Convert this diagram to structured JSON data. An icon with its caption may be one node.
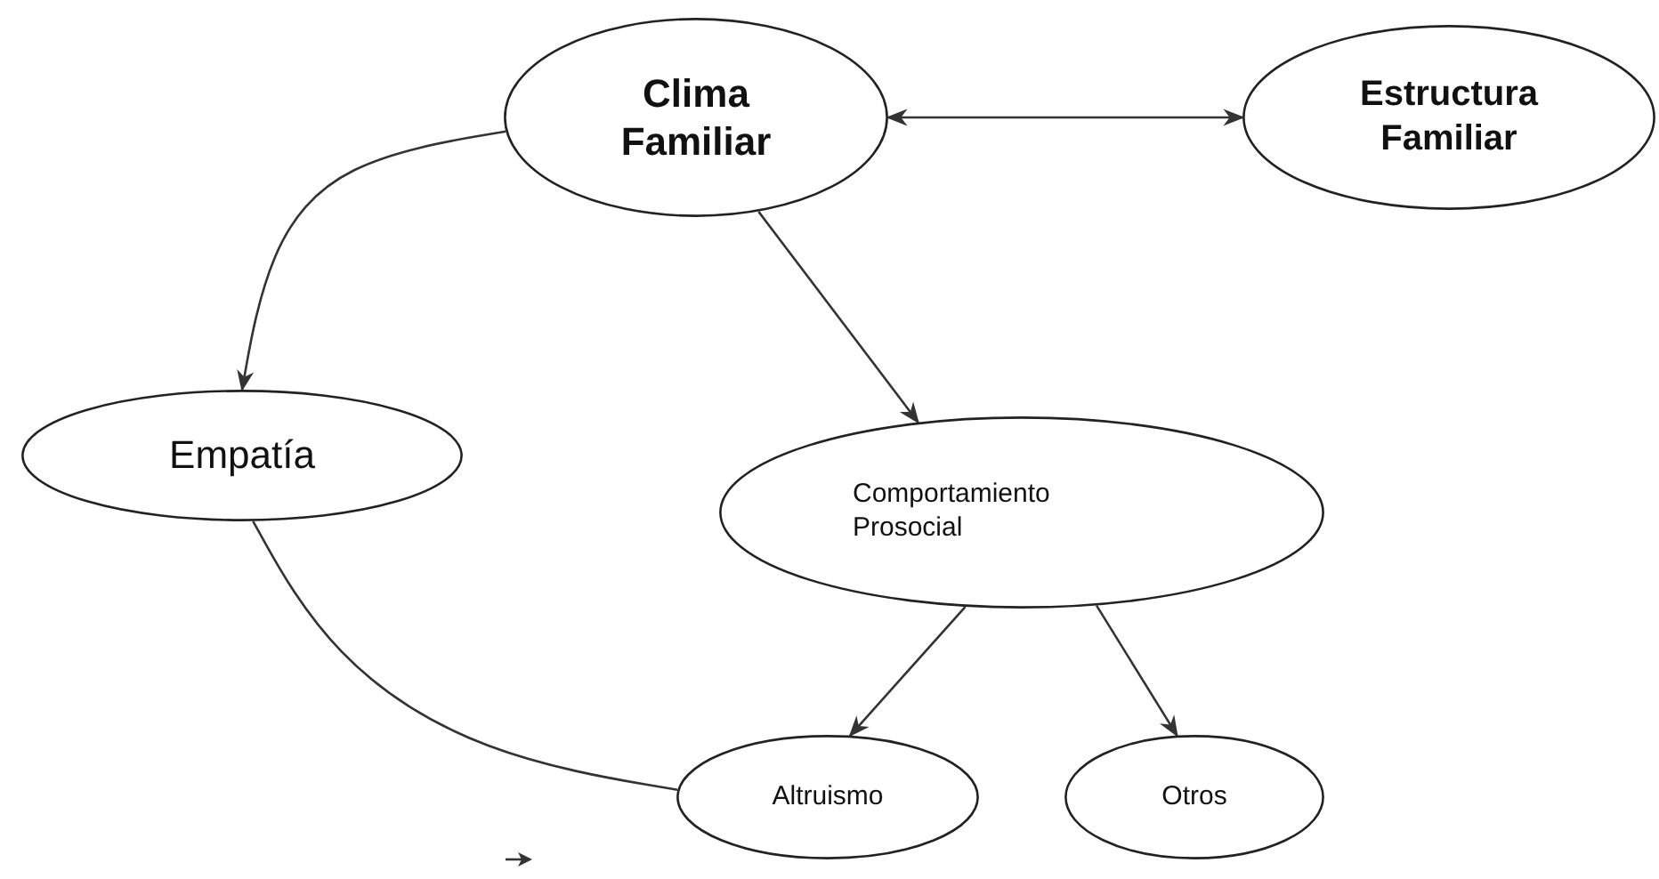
{
  "diagram": {
    "nodes": [
      {
        "text": [
          "Clima Familiar"
        ]
      },
      {
        "text": [
          "Estructura Familiar"
        ]
      },
      {
        "text": [
          "Empatía"
        ]
      },
      {
        "text": [
          "Comportamiento Prosocial"
        ]
      },
      {
        "text": [
          "Altruismo"
        ]
      },
      {
        "text": [
          "Otros"
        ]
      }
    ],
    "edges": [
      {
        "from": 0,
        "to": 1,
        "arrow": "both"
      },
      {
        "from": 0,
        "to": 2,
        "arrow": "to"
      },
      {
        "from": 0,
        "to": 3,
        "arrow": "to"
      },
      {
        "from": 3,
        "to": 4,
        "arrow": "to"
      },
      {
        "from": 3,
        "to": 5,
        "arrow": "to"
      },
      {
        "from": 2,
        "to": 4,
        "arrow": "none"
      }
    ]
  }
}
